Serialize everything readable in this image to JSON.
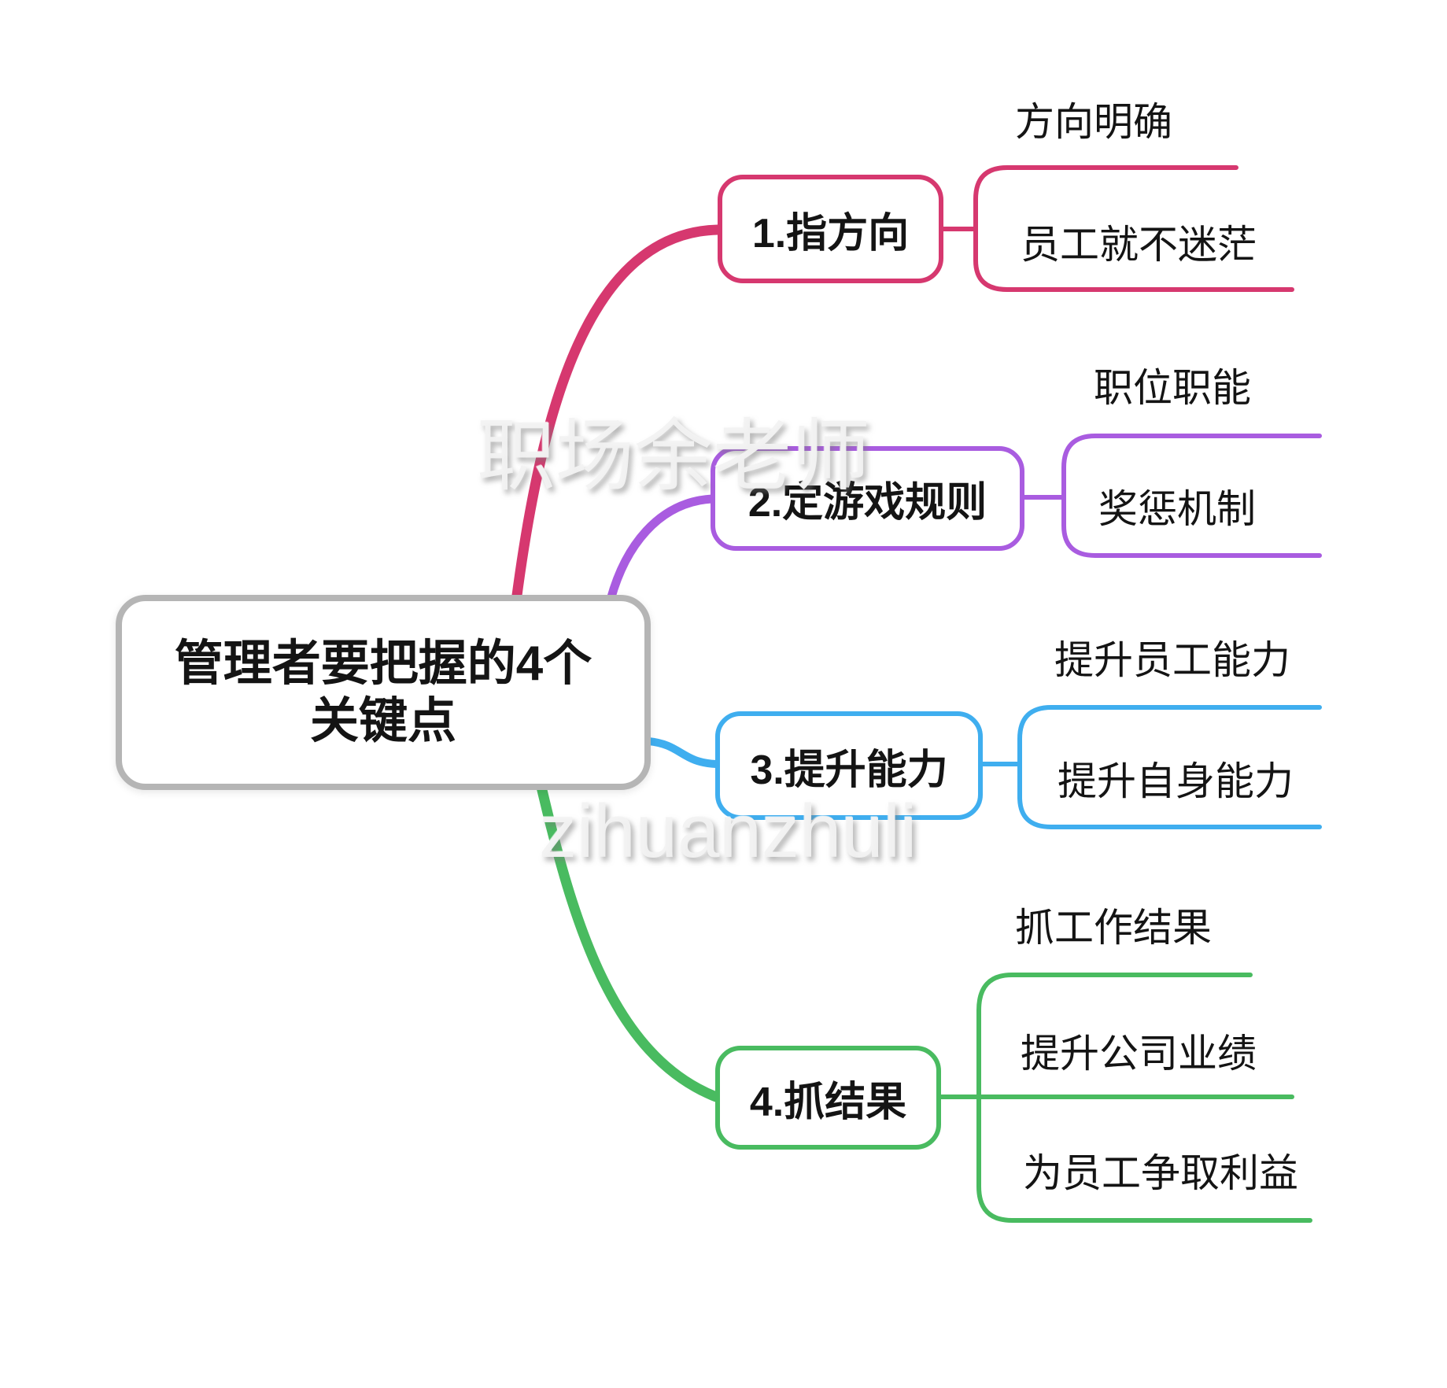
{
  "diagram_type": "mindmap",
  "center": {
    "label": "管理者要把握的4个关键点",
    "line1": "管理者要把握的4个",
    "line2": "关键点",
    "border_color": "#b5b5b5"
  },
  "branches": [
    {
      "label": "1.指方向",
      "color": "#d6386f",
      "children": [
        "方向明确",
        "员工就不迷茫"
      ]
    },
    {
      "label": "2.定游戏规则",
      "color": "#a95ce0",
      "children": [
        "职位职能",
        "奖惩机制"
      ]
    },
    {
      "label": "3.提升能力",
      "color": "#3faeef",
      "children": [
        "提升员工能力",
        "提升自身能力"
      ]
    },
    {
      "label": "4.抓结果",
      "color": "#49bb60",
      "children": [
        "抓工作结果",
        "提升公司业绩",
        "为员工争取利益"
      ]
    }
  ],
  "watermarks": {
    "top": "职场余老师",
    "bottom": "zihuanzhuli"
  },
  "palette": {
    "text": "#141414",
    "background": "#ffffff",
    "center_border": "#b5b5b5",
    "watermark": "#f2f2f2"
  }
}
